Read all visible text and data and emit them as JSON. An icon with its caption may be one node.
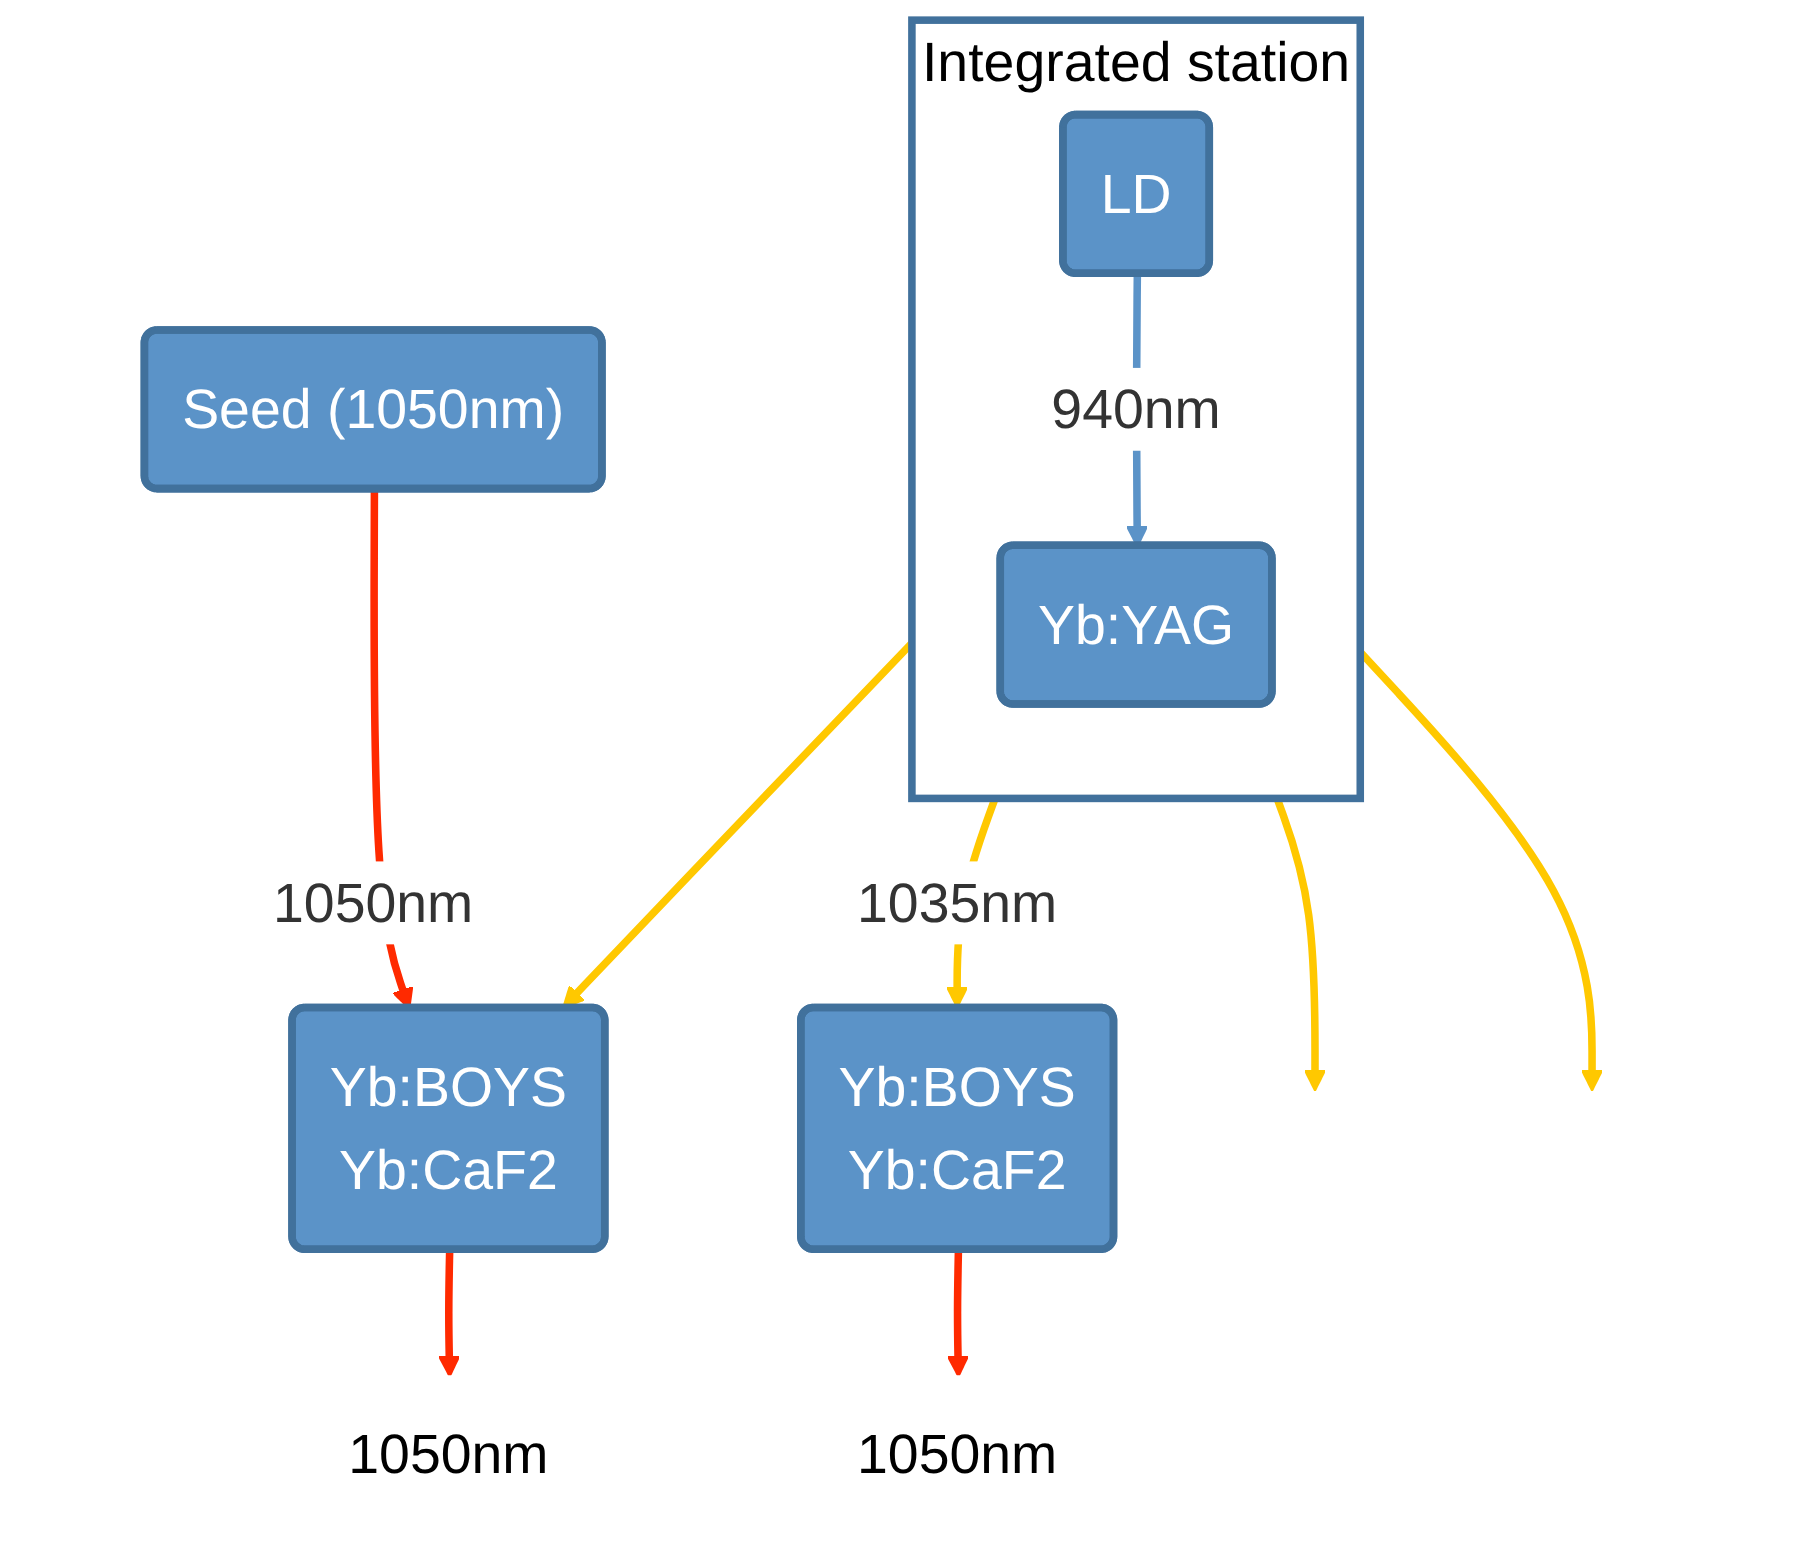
{
  "diagram": {
    "nodes": [
      {
        "text": [
          "Integrated station"
        ]
      },
      {
        "text": [
          "LD"
        ],
        "in": 0
      },
      {
        "text": [
          "Yb:YAG"
        ],
        "in": 0
      },
      {
        "text": [
          "Seed (1050nm)"
        ]
      },
      {
        "text": [
          "Yb:BOYS",
          "Yb:CaF2"
        ]
      },
      {
        "text": [
          "Yb:BOYS",
          "Yb:CaF2"
        ]
      },
      {
        "text": [
          "1050nm"
        ]
      },
      {
        "text": [
          "1050nm"
        ]
      }
    ],
    "edges": [
      {
        "from": 1,
        "to": 2,
        "arrow": "to",
        "label": "940nm",
        "color": "#5b93c8"
      },
      {
        "from": 3,
        "to": 4,
        "arrow": "to",
        "label": "1050nm",
        "color": "#ff2a00"
      },
      {
        "from": 0,
        "to": 4,
        "arrow": "to",
        "color": "#ffc800"
      },
      {
        "from": 0,
        "to": null,
        "arrow": "to",
        "color": "#ffc800"
      },
      {
        "from": 0,
        "to": null,
        "arrow": "to",
        "color": "#ffc800"
      },
      {
        "from": 0,
        "to": 5,
        "arrow": "to",
        "label": "1035nm",
        "color": "#ffc800"
      },
      {
        "from": 4,
        "to": 6,
        "arrow": "to",
        "color": "#ff2a00"
      },
      {
        "from": 5,
        "to": 7,
        "arrow": "to",
        "color": "#ff2a00"
      }
    ]
  }
}
